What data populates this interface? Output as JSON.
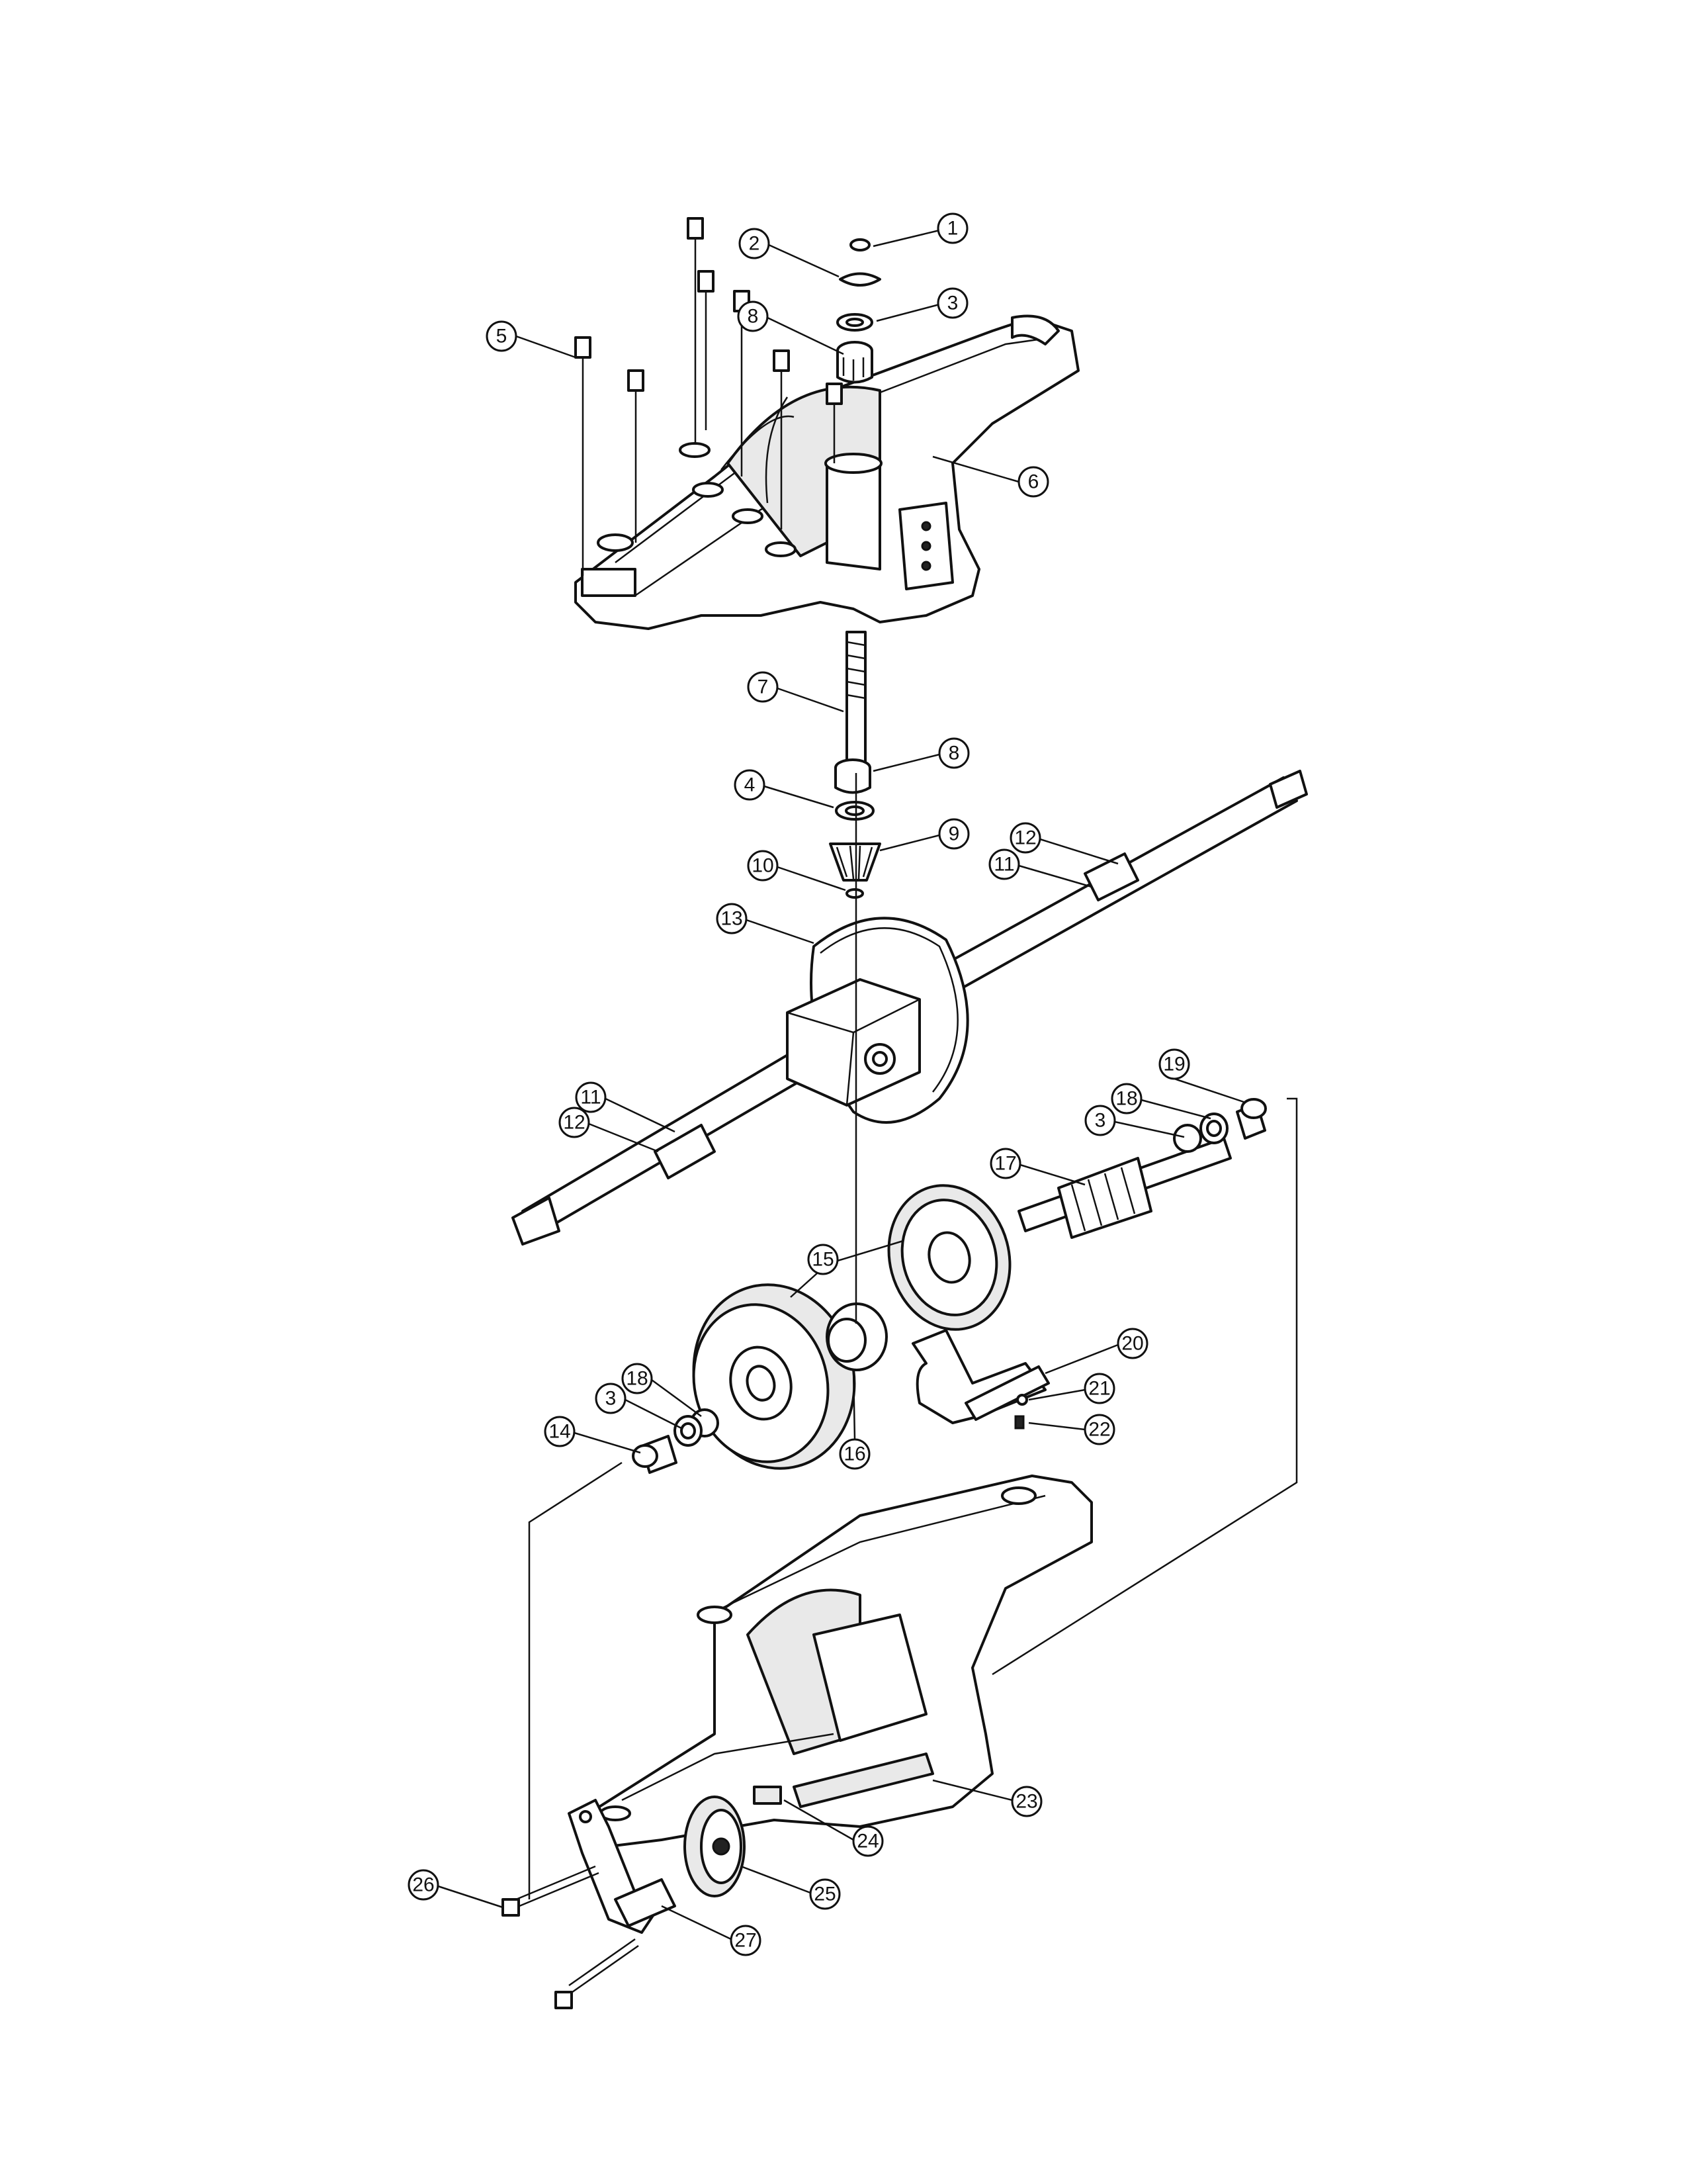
{
  "callouts": [
    {
      "id": "c1",
      "label": "1"
    },
    {
      "id": "c2",
      "label": "2"
    },
    {
      "id": "c3a",
      "label": "3"
    },
    {
      "id": "c8a",
      "label": "8"
    },
    {
      "id": "c5",
      "label": "5"
    },
    {
      "id": "c6",
      "label": "6"
    },
    {
      "id": "c7",
      "label": "7"
    },
    {
      "id": "c8b",
      "label": "8"
    },
    {
      "id": "c4",
      "label": "4"
    },
    {
      "id": "c9",
      "label": "9"
    },
    {
      "id": "c10",
      "label": "10"
    },
    {
      "id": "c12a",
      "label": "12"
    },
    {
      "id": "c11a",
      "label": "11"
    },
    {
      "id": "c13",
      "label": "13"
    },
    {
      "id": "c19",
      "label": "19"
    },
    {
      "id": "c18a",
      "label": "18"
    },
    {
      "id": "c3b",
      "label": "3"
    },
    {
      "id": "c11b",
      "label": "11"
    },
    {
      "id": "c12b",
      "label": "12"
    },
    {
      "id": "c17",
      "label": "17"
    },
    {
      "id": "c15",
      "label": "15"
    },
    {
      "id": "c20",
      "label": "20"
    },
    {
      "id": "c21",
      "label": "21"
    },
    {
      "id": "c22",
      "label": "22"
    },
    {
      "id": "c18b",
      "label": "18"
    },
    {
      "id": "c3c",
      "label": "3"
    },
    {
      "id": "c14",
      "label": "14"
    },
    {
      "id": "c16",
      "label": "16"
    },
    {
      "id": "c23",
      "label": "23"
    },
    {
      "id": "c24",
      "label": "24"
    },
    {
      "id": "c25",
      "label": "25"
    },
    {
      "id": "c26",
      "label": "26"
    },
    {
      "id": "c27",
      "label": "27"
    }
  ]
}
